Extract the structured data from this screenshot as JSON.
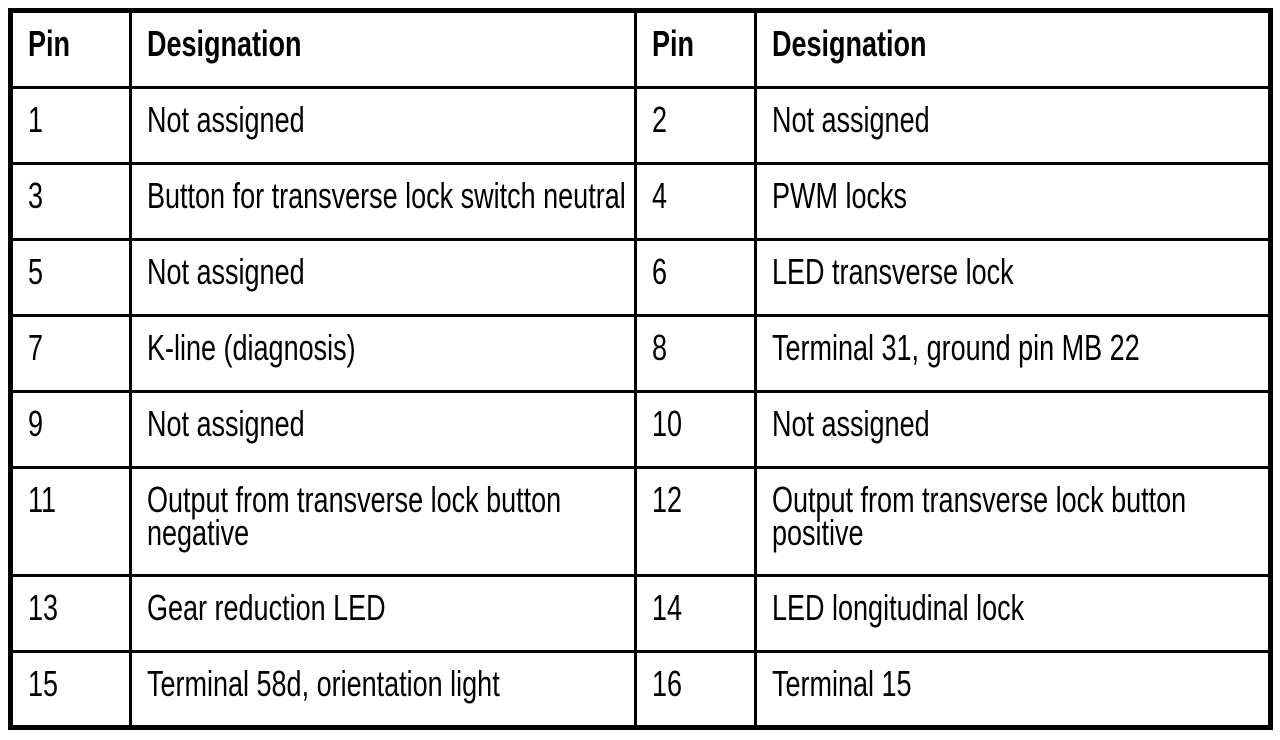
{
  "page": {
    "background_color": "#ffffff",
    "border_color": "#000000",
    "text_color": "#000000"
  },
  "table": {
    "columns": [
      "Pin",
      "Designation",
      "Pin",
      "Designation"
    ],
    "rows": [
      [
        "1",
        "Not assigned",
        "2",
        "Not assigned"
      ],
      [
        "3",
        "Button for transverse lock switch neutral",
        "4",
        "PWM locks"
      ],
      [
        "5",
        "Not assigned",
        "6",
        "LED transverse lock"
      ],
      [
        "7",
        "K-line (diagnosis)",
        "8",
        "Terminal 31, ground pin MB 22"
      ],
      [
        "9",
        "Not assigned",
        "10",
        "Not assigned"
      ],
      [
        "11",
        "Output from transverse lock button negative",
        "12",
        "Output from transverse lock button positive"
      ],
      [
        "13",
        "Gear reduction LED",
        "14",
        "LED longitudinal lock"
      ],
      [
        "15",
        "Terminal 58d, orientation light",
        "16",
        "Terminal 15"
      ]
    ]
  }
}
